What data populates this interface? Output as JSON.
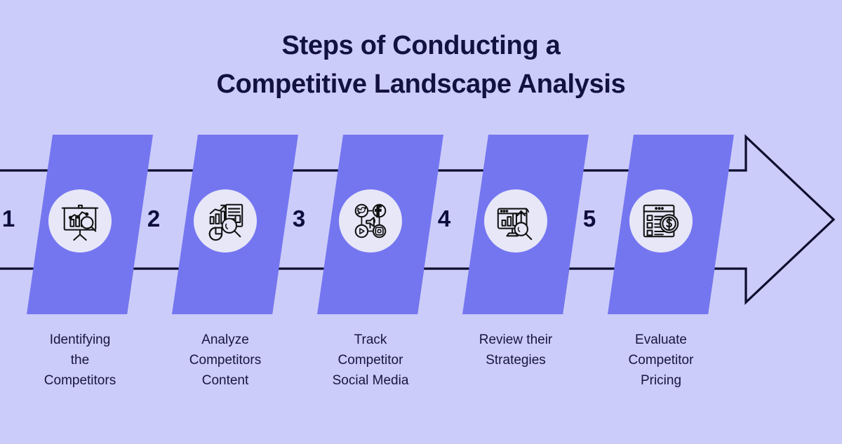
{
  "title": {
    "line1": "Steps of Conducting a",
    "line2": "Competitive Landscape Analysis"
  },
  "colors": {
    "background": "#ccccfa",
    "step_fill": "#7476f0",
    "accent_dark": "#0d0d3d",
    "icon_circle": "#e7e7f8",
    "text": "#15153f"
  },
  "arrow": {
    "name": "process-arrow",
    "direction": "right"
  },
  "steps": [
    {
      "number": "1",
      "label": "Identifying\nthe\nCompetitors",
      "icon": "presentation-chart-search-icon"
    },
    {
      "number": "2",
      "label": "Analyze\nCompetitors\nContent",
      "icon": "report-analysis-search-icon"
    },
    {
      "number": "3",
      "label": "Track\nCompetitor\nSocial Media",
      "icon": "social-media-network-icon"
    },
    {
      "number": "4",
      "label": "Review their\nStrategies",
      "icon": "monitor-growth-search-icon"
    },
    {
      "number": "5",
      "label": "Evaluate\nCompetitor\nPricing",
      "icon": "pricing-list-dollar-icon"
    }
  ]
}
